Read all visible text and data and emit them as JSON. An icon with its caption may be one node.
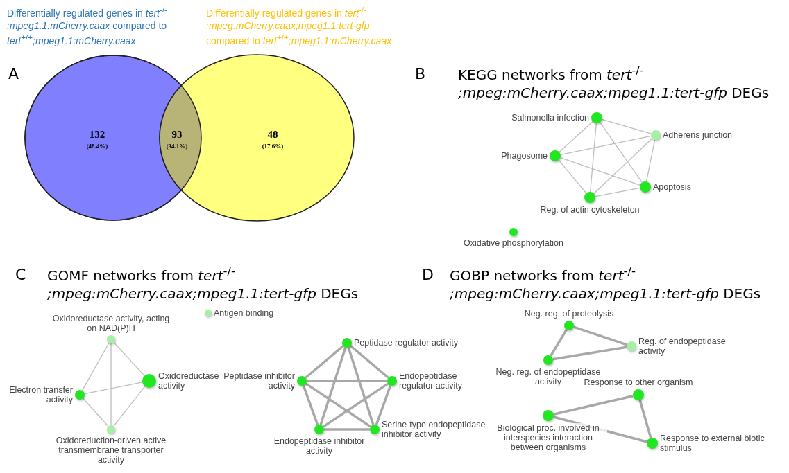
{
  "diagram": {
    "nodes": [
      {
        "text": [
          "Salmonella infection"
        ]
      },
      {
        "text": [
          "Adherens junction"
        ]
      },
      {
        "text": [
          "Phagosome"
        ]
      },
      {
        "text": [
          "Apoptosis"
        ]
      },
      {
        "text": [
          "Reg. of actin cytoskeleton"
        ]
      },
      {
        "text": [
          "Oxidative phosphorylation"
        ]
      },
      {
        "text": [
          "Antigen binding"
        ]
      },
      {
        "text": [
          "Oxidoreductase activity, acting on NAD(P)H"
        ]
      },
      {
        "text": [
          "Peptidase regulator activity"
        ]
      },
      {
        "text": [
          "Oxidoreductase activity"
        ]
      },
      {
        "text": [
          "Peptidase inhibitor activity"
        ]
      },
      {
        "text": [
          "Electron transfer activity"
        ]
      },
      {
        "text": [
          "Endopeptidase regulator activity"
        ]
      },
      {
        "text": [
          "Endopeptidase inhibitor activity"
        ]
      },
      {
        "text": [
          "Oxidoreduction-driven active transmembrane transporter activity"
        ]
      },
      {
        "text": [
          "Serine-type endopeptidase inhibitor activity"
        ]
      },
      {
        "text": [
          "Neg. reg. of proteolysis"
        ]
      },
      {
        "text": [
          "Reg. of endopeptidase activity"
        ]
      },
      {
        "text": [
          "Neg. reg. of endopeptidase activity"
        ]
      },
      {
        "text": [
          "Response to other organism"
        ]
      },
      {
        "text": [
          "Biological proc. involved in interspecies interaction between organisms"
        ]
      },
      {
        "text": [
          "Response to external biotic stimulus"
        ]
      }
    ],
    "edges": [
      {
        "from": 0,
        "to": 1,
        "arrow": "none"
      },
      {
        "from": 0,
        "to": 2,
        "arrow": "none"
      },
      {
        "from": 0,
        "to": 3,
        "arrow": "none"
      },
      {
        "from": 0,
        "to": 4,
        "arrow": "none"
      },
      {
        "from": 1,
        "to": 2,
        "arrow": "none"
      },
      {
        "from": 1,
        "to": 3,
        "arrow": "none"
      },
      {
        "from": 1,
        "to": 4,
        "arrow": "none"
      },
      {
        "from": 2,
        "to": 3,
        "arrow": "none"
      },
      {
        "from": 2,
        "to": 4,
        "arrow": "none"
      },
      {
        "from": 3,
        "to": 4,
        "arrow": "none"
      },
      {
        "from": 7,
        "to": 9,
        "arrow": "none"
      },
      {
        "from": 7,
        "to": 11,
        "arrow": "none"
      },
      {
        "from": 7,
        "to": 14,
        "arrow": "none"
      },
      {
        "from": 11,
        "to": 9,
        "arrow": "none"
      },
      {
        "from": 11,
        "to": 14,
        "arrow": "none"
      },
      {
        "from": 9,
        "to": 14,
        "arrow": "none"
      },
      {
        "from": 8,
        "to": 10,
        "arrow": "none",
        "style": "thick"
      },
      {
        "from": 8,
        "to": 13,
        "arrow": "none",
        "style": "thick"
      },
      {
        "from": 8,
        "to": 15,
        "arrow": "none",
        "style": "thick"
      },
      {
        "from": 8,
        "to": 12,
        "arrow": "none",
        "style": "thick"
      },
      {
        "from": 10,
        "to": 12,
        "arrow": "none",
        "style": "thick"
      },
      {
        "from": 10,
        "to": 13,
        "arrow": "none",
        "style": "thick"
      },
      {
        "from": 10,
        "to": 15,
        "arrow": "none",
        "style": "thick"
      },
      {
        "from": 13,
        "to": 12,
        "arrow": "none",
        "style": "thick"
      },
      {
        "from": 13,
        "to": 15,
        "arrow": "none",
        "style": "thick"
      },
      {
        "from": 12,
        "to": 15,
        "arrow": "none",
        "style": "thick"
      },
      {
        "from": 16,
        "to": 17,
        "arrow": "none",
        "style": "thick"
      },
      {
        "from": 16,
        "to": 18,
        "arrow": "none",
        "style": "thick"
      },
      {
        "from": 18,
        "to": 17,
        "arrow": "none",
        "style": "thick"
      },
      {
        "from": 19,
        "to": 20,
        "arrow": "none",
        "style": "thick"
      },
      {
        "from": 19,
        "to": 21,
        "arrow": "none",
        "style": "thick"
      },
      {
        "from": 20,
        "to": 21,
        "arrow": "none",
        "style": "thick"
      }
    ],
    "labels": [
      "Differentially regulated genes in *tert*$^{-/-}$ *;mpeg1.1:mCherry.caax* compared to *tert*$^{+/+}$*;mpeg1.1:mCherry.caax*",
      "Differentially regulated genes in *tert*$^{-/-}$ *;mpeg:mCherry.caax;mpeg1.1:tert-gfp* compared to *tert*$^{+/+}$*;mpeg1.1:mCherry.caax*",
      "A",
      "132",
      "(48.4%)",
      "93",
      "(34.1%)",
      "48",
      "(17.6%)",
      "B",
      "KEGG networks from *tert*$^{-/-}$ *;mpeg:mCherry.caax;mpeg1.1:tert-gfp* DEGs",
      "C",
      "GOMF networks from *tert*$^{-/-}$ *;mpeg:mCherry.caax;mpeg1.1:tert-gfp* DEGs",
      "D",
      "GOBP networks from *tert*$^{-/-}$ *;mpeg:mCherry.caax;mpeg1.1:tert-gfp* DEGs"
    ]
  }
}
